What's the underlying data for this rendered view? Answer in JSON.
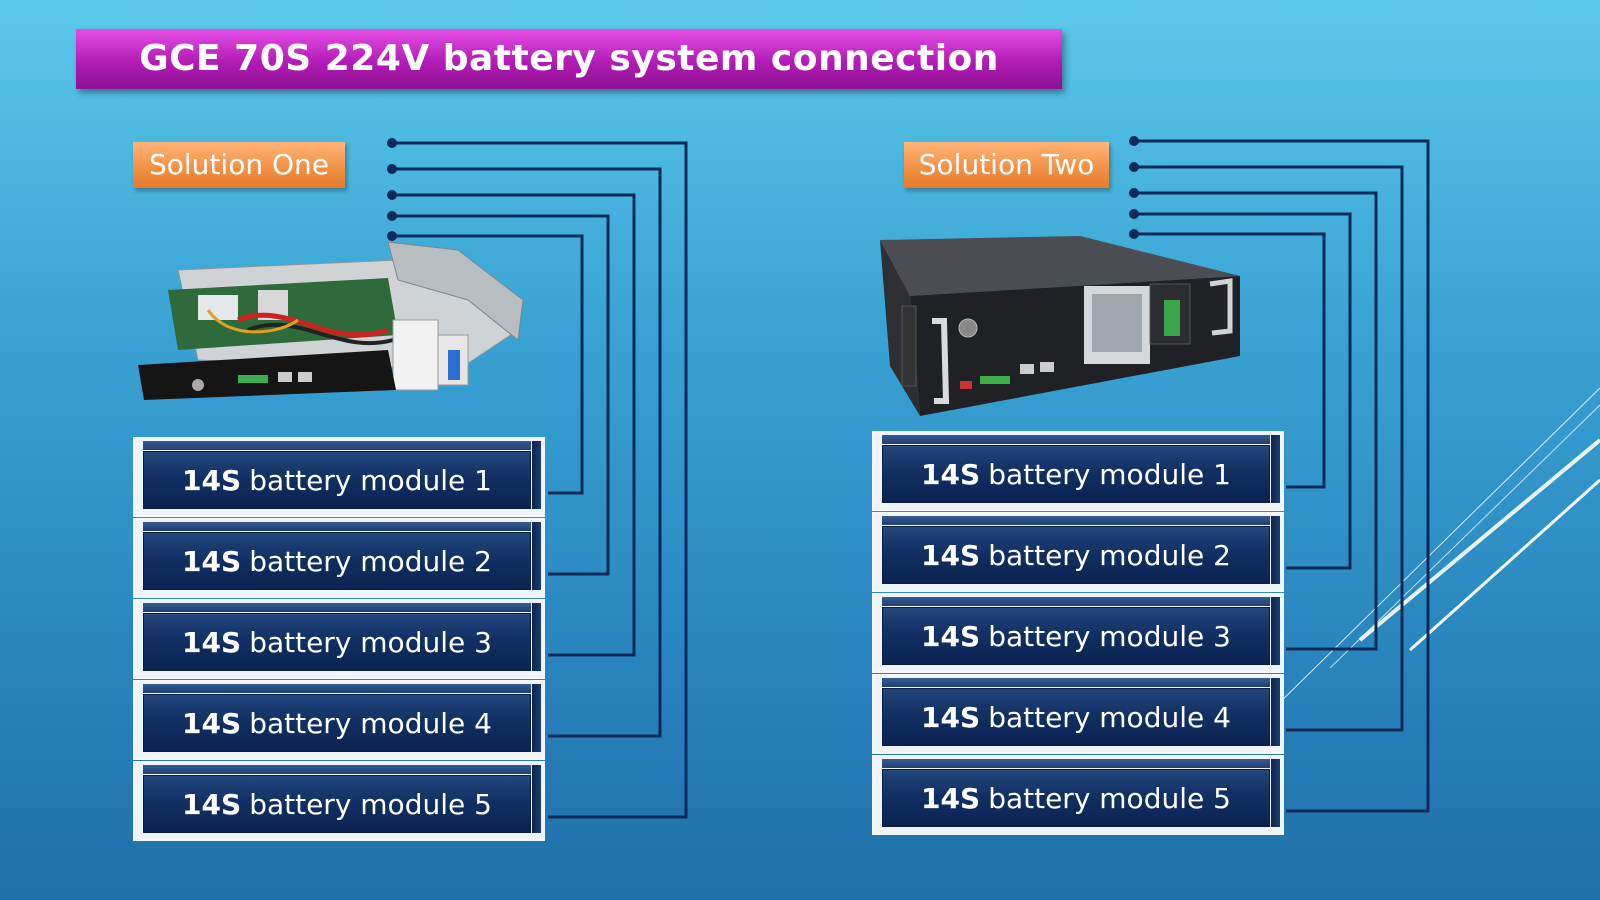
{
  "title": "GCE 70S 224V battery system connection",
  "solutions": [
    {
      "label": "Solution One",
      "modules": [
        {
          "prefix": "14S",
          "text": "battery module 1"
        },
        {
          "prefix": "14S",
          "text": "battery module 2"
        },
        {
          "prefix": "14S",
          "text": "battery module 3"
        },
        {
          "prefix": "14S",
          "text": "battery module 4"
        },
        {
          "prefix": "14S",
          "text": "battery module 5"
        }
      ]
    },
    {
      "label": "Solution Two",
      "modules": [
        {
          "prefix": "14S",
          "text": "battery module 1"
        },
        {
          "prefix": "14S",
          "text": "battery module 2"
        },
        {
          "prefix": "14S",
          "text": "battery module 3"
        },
        {
          "prefix": "14S",
          "text": "battery module 4"
        },
        {
          "prefix": "14S",
          "text": "battery module 5"
        }
      ]
    }
  ],
  "colors": {
    "title_bg": "#b21cb6",
    "solution_bg": "#f39247",
    "module_face": "#123064",
    "wire": "#0e2a5a"
  },
  "icons": [
    "bms-controller-board-image",
    "rack-bms-unit-image"
  ]
}
